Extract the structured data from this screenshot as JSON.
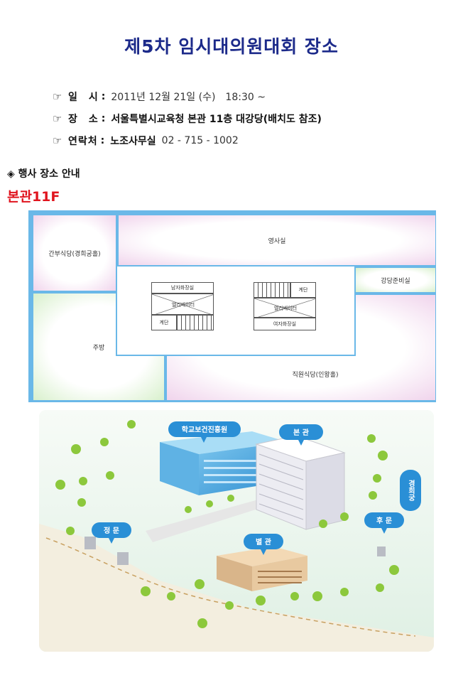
{
  "title": "제5차 임시대의원대회 장소",
  "info": {
    "date_label": "일　시",
    "date_value": "2011년 12월 21일 (수)　18:30 ~",
    "place_label": "장　소",
    "place_value": "서울특별시교육청 본관 11층 대강당(배치도 참조)",
    "contact_label": "연락처",
    "contact_name": "노조사무실",
    "contact_phone": "02 - 715 - 1002"
  },
  "section_heading": "◈ 행사 장소 안내",
  "floor_label": "본관11F",
  "floor_plan": {
    "rooms": {
      "staff_cafeteria_gyeonghui": "간부식당(경희궁홀)",
      "screening_room": "영사실",
      "auditorium_prep": "강당준비실",
      "kitchen": "주방",
      "staff_cafeteria_inwang": "직원식당(인왕홀)",
      "mens_restroom": "남자화장실",
      "womens_restroom": "여자화장실",
      "elevator_left": "엘리베이터",
      "elevator_right": "엘리베이터",
      "stairs_left": "계단",
      "stairs_right": "계단"
    }
  },
  "campus_map": {
    "labels": {
      "health_center": "학교보건진흥원",
      "main_building": "본 관",
      "annex": "별 관",
      "main_gate": "정 문",
      "back_gate": "후 문",
      "gyeonghuigung": "경희궁"
    },
    "colors": {
      "bubble": "#2a8fd6",
      "health_center": "#4aa8e0",
      "main_building": "#f2f2f4",
      "annex": "#e8c9a0",
      "tree": "#8cc83c",
      "road": "#f5ecd8"
    }
  }
}
